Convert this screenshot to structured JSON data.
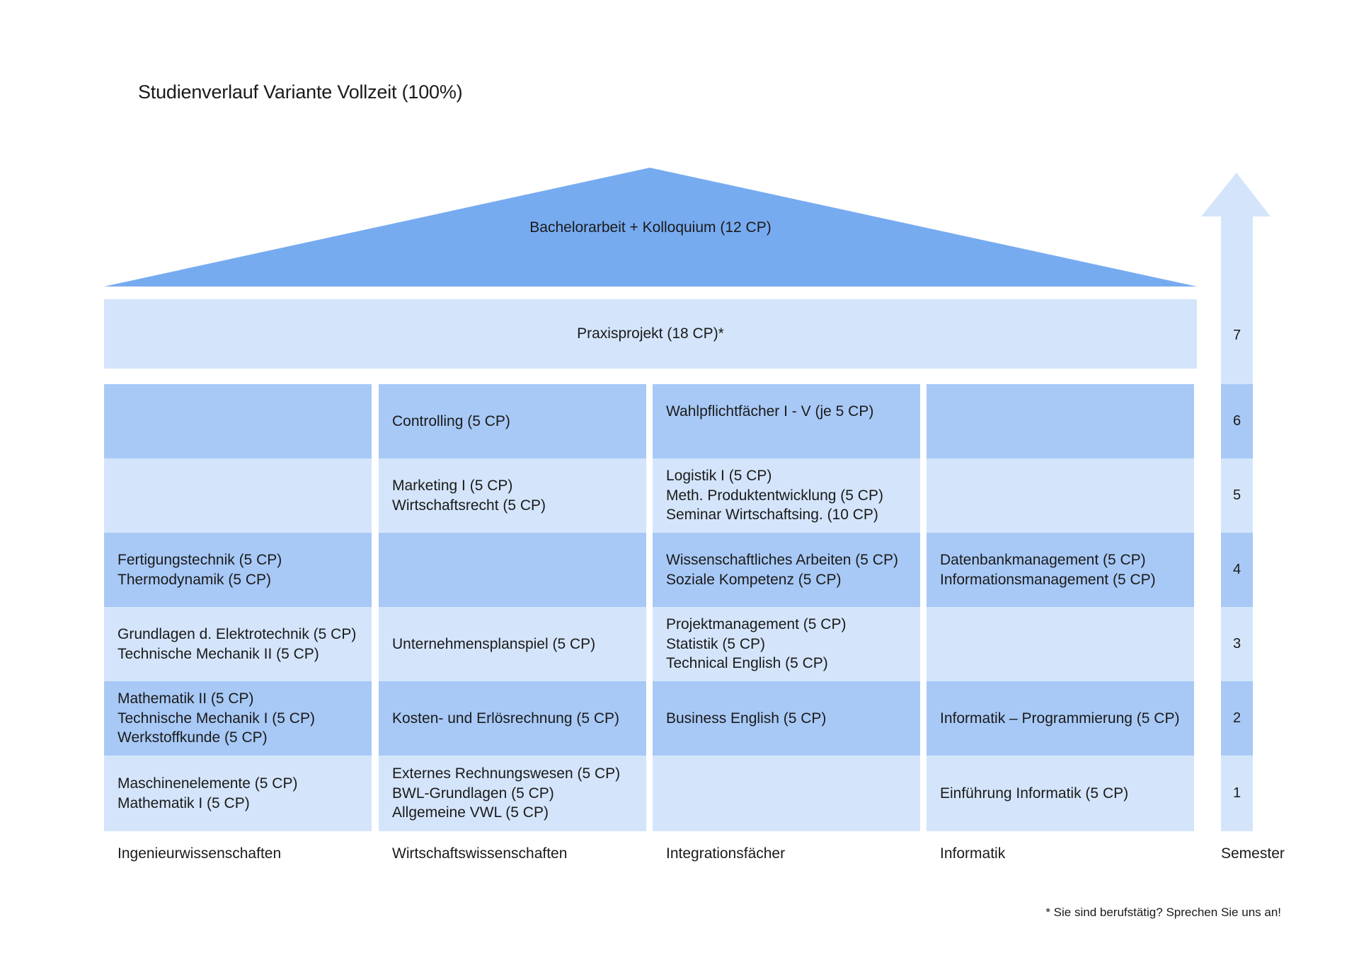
{
  "title": "Studienverlauf Variante Vollzeit (100%)",
  "roof_label": "Bachelorarbeit + Kolloquium (12 CP)",
  "praxis_label": "Praxisprojekt (18 CP)*",
  "colors": {
    "dark": "#77abf0",
    "medium": "#a8c9f6",
    "light": "#d4e5fb",
    "arrow": "#d4e5fb"
  },
  "columns": [
    {
      "label": "Ingenieurwissenschaften",
      "cells": [
        {
          "semester": "6",
          "lines": []
        },
        {
          "semester": "5",
          "lines": []
        },
        {
          "semester": "4",
          "lines": [
            "Fertigungstechnik (5 CP)",
            "Thermodynamik (5 CP)"
          ]
        },
        {
          "semester": "3",
          "lines": [
            "Grundlagen d. Elektrotechnik (5 CP)",
            "Technische Mechanik II (5 CP)"
          ]
        },
        {
          "semester": "2",
          "lines": [
            "Mathematik II (5 CP)",
            "Technische Mechanik I (5 CP)",
            "Werkstoffkunde (5 CP)"
          ]
        },
        {
          "semester": "1",
          "lines": [
            "Maschinenelemente (5 CP)",
            "Mathematik I (5 CP)"
          ]
        }
      ]
    },
    {
      "label": "Wirtschaftswissenschaften",
      "cells": [
        {
          "semester": "6",
          "lines": [
            "Controlling (5 CP)"
          ]
        },
        {
          "semester": "5",
          "lines": [
            "Marketing I (5 CP)",
            "Wirtschaftsrecht (5 CP)"
          ]
        },
        {
          "semester": "4",
          "lines": []
        },
        {
          "semester": "3",
          "lines": [
            "Unternehmensplanspiel (5 CP)"
          ]
        },
        {
          "semester": "2",
          "lines": [
            "Kosten- und Erlösrechnung (5 CP)"
          ]
        },
        {
          "semester": "1",
          "lines": [
            "Externes Rechnungswesen (5 CP)",
            "BWL-Grundlagen (5 CP)",
            "Allgemeine VWL (5 CP)"
          ]
        }
      ]
    },
    {
      "label": "Integrationsfächer",
      "cells": [
        {
          "semester": "6",
          "lines": [
            "Wahlpflichtfächer I - V (je 5 CP)"
          ],
          "align": "top"
        },
        {
          "semester": "5",
          "lines": [
            "Logistik I (5 CP)",
            "Meth. Produktentwicklung (5 CP)",
            "Seminar Wirtschaftsing. (10 CP)"
          ]
        },
        {
          "semester": "4",
          "lines": [
            "Wissenschaftliches Arbeiten (5 CP)",
            "Soziale Kompetenz (5 CP)"
          ]
        },
        {
          "semester": "3",
          "lines": [
            "Projektmanagement (5 CP)",
            "Statistik (5 CP)",
            "Technical English (5 CP)"
          ]
        },
        {
          "semester": "2",
          "lines": [
            "Business English (5 CP)"
          ]
        },
        {
          "semester": "1",
          "lines": []
        }
      ]
    },
    {
      "label": "Informatik",
      "cells": [
        {
          "semester": "6",
          "lines": []
        },
        {
          "semester": "5",
          "lines": []
        },
        {
          "semester": "4",
          "lines": [
            "Datenbankmanagement (5 CP)",
            "Informationsmanagement (5 CP)"
          ]
        },
        {
          "semester": "3",
          "lines": []
        },
        {
          "semester": "2",
          "lines": [
            "Informatik – Programmierung (5 CP)"
          ]
        },
        {
          "semester": "1",
          "lines": [
            "Einführung Informatik (5 CP)"
          ]
        }
      ]
    }
  ],
  "semester_axis": {
    "label": "Semester",
    "numbers": [
      "7",
      "6",
      "5",
      "4",
      "3",
      "2",
      "1"
    ]
  },
  "footnote": "* Sie sind berufstätig? Sprechen Sie uns an!"
}
